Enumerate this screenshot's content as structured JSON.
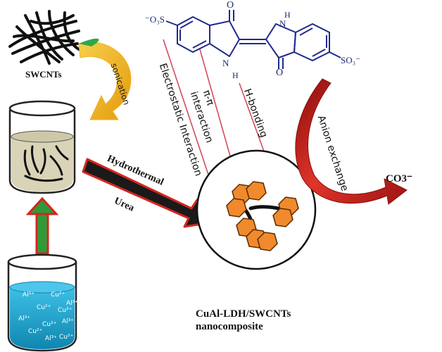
{
  "labels": {
    "swcnts": "SWCNTs",
    "sonication": "sonication",
    "electrostatic": "Electrostatic Interaction",
    "pi_pi": "π-π",
    "pi_interaction": "interaction",
    "h_bonding": "H-bonding",
    "anion_exchange": "Anion exchange",
    "hydrothermal": "Hydrothermal",
    "urea": "Urea",
    "carbonate": "CO3⁻",
    "product_line1": "CuAl-LDH/SWCNTs",
    "product_line2": "nanocomposite"
  },
  "molecule": {
    "so3_left": "⁻O₃S",
    "so3_right": "SO₃⁻",
    "o_top": "O",
    "o_bottom": "O",
    "nh_top": "N",
    "h_top": "H",
    "nh_bottom": "N",
    "h_bottom": "H"
  },
  "ions": {
    "i1": "Al³⁺",
    "i2": "Cu²⁺",
    "i3": "Al³⁺",
    "i4": "Cu²⁺",
    "i5": "Cu²⁺",
    "i6": "Al³⁺",
    "i7": "Al³⁺",
    "i8": "Cu²⁺",
    "i9": "Cu²⁺",
    "i10": "Al³⁺",
    "i11": "Cu²⁺"
  },
  "colors": {
    "sonication_arrow": "#f2b31c",
    "hexagon_fill": "#f08a2c",
    "solution_blue": "#1fa3c9",
    "suspension": "#d9d3b8",
    "red_arrow": "#d6251f",
    "green_arrow": "#2f9a3a"
  }
}
